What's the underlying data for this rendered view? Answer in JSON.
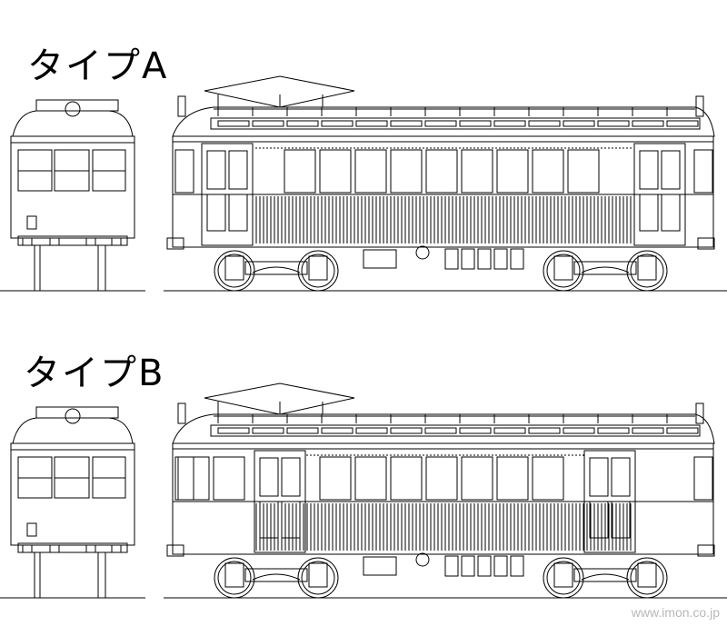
{
  "types": [
    {
      "label": "タイプA"
    },
    {
      "label": "タイプB"
    }
  ],
  "watermark": "www.imon.co.jp"
}
